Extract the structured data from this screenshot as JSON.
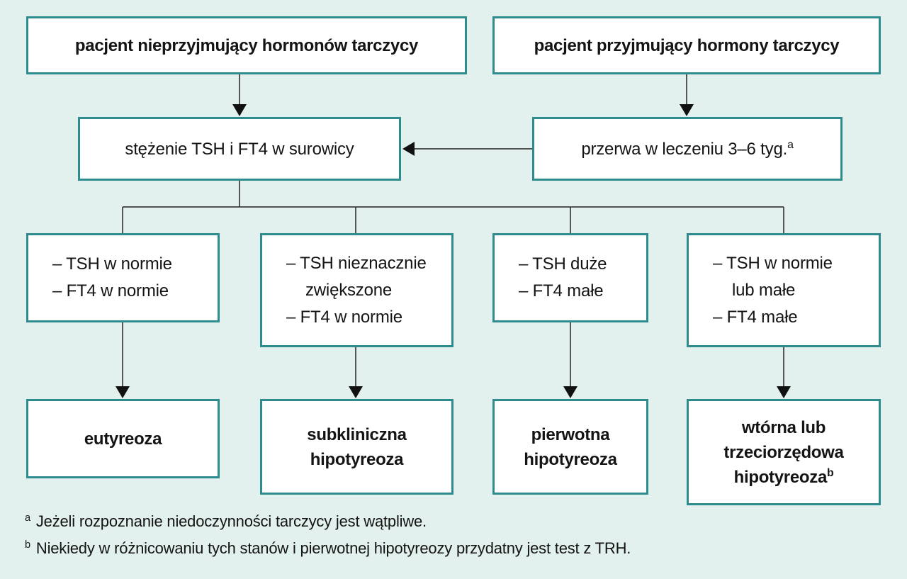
{
  "palette": {
    "background": "#e2f1ed",
    "box_border": "#2e8b8e",
    "box_fill": "#ffffff",
    "connector": "#3c3c3c",
    "arrowhead": "#111111",
    "text": "#141414"
  },
  "nodes": {
    "top_left": {
      "label": "pacjent nieprzyjmujący hormonów tarczycy"
    },
    "top_right": {
      "label": "pacjent przyjmujący hormony tarczycy"
    },
    "serum": {
      "label": "stężenie TSH i FT4 w surowicy"
    },
    "pause": {
      "label": "przerwa w leczeniu 3–6 tyg.",
      "sup": "a"
    },
    "cond1": {
      "lines": [
        "– TSH w normie",
        "– FT4 w normie"
      ]
    },
    "cond2": {
      "lines": [
        "– TSH nieznacznie",
        "zwiększone",
        "– FT4 w normie"
      ]
    },
    "cond3": {
      "lines": [
        "– TSH duże",
        "– FT4 małe"
      ]
    },
    "cond4": {
      "lines": [
        "– TSH w normie",
        "lub małe",
        "– FT4 małe"
      ]
    },
    "res1": {
      "lines": [
        "eutyreoza"
      ]
    },
    "res2": {
      "lines": [
        "subkliniczna",
        "hipotyreoza"
      ]
    },
    "res3": {
      "lines": [
        "pierwotna",
        "hipotyreoza"
      ]
    },
    "res4": {
      "lines": [
        "wtórna lub",
        "trzeciorzędowa",
        "hipotyreoza"
      ],
      "sup": "b"
    }
  },
  "edges": [
    {
      "from": "top_left",
      "to": "serum",
      "arrow": true
    },
    {
      "from": "top_right",
      "to": "pause",
      "arrow": true
    },
    {
      "from": "pause",
      "to": "serum",
      "arrow": true
    },
    {
      "from": "serum",
      "to": "cond1",
      "arrow": false
    },
    {
      "from": "serum",
      "to": "cond2",
      "arrow": false
    },
    {
      "from": "serum",
      "to": "cond3",
      "arrow": false
    },
    {
      "from": "serum",
      "to": "cond4",
      "arrow": false
    },
    {
      "from": "cond1",
      "to": "res1",
      "arrow": true
    },
    {
      "from": "cond2",
      "to": "res2",
      "arrow": true
    },
    {
      "from": "cond3",
      "to": "res3",
      "arrow": true
    },
    {
      "from": "cond4",
      "to": "res4",
      "arrow": true
    }
  ],
  "footnotes": [
    {
      "sup": "a",
      "text": "Jeżeli rozpoznanie niedoczynności tarczycy jest wątpliwe."
    },
    {
      "sup": "b",
      "text": "Niekiedy w różnicowaniu tych stanów i pierwotnej hipotyreozy przydatny jest test z TRH."
    }
  ]
}
